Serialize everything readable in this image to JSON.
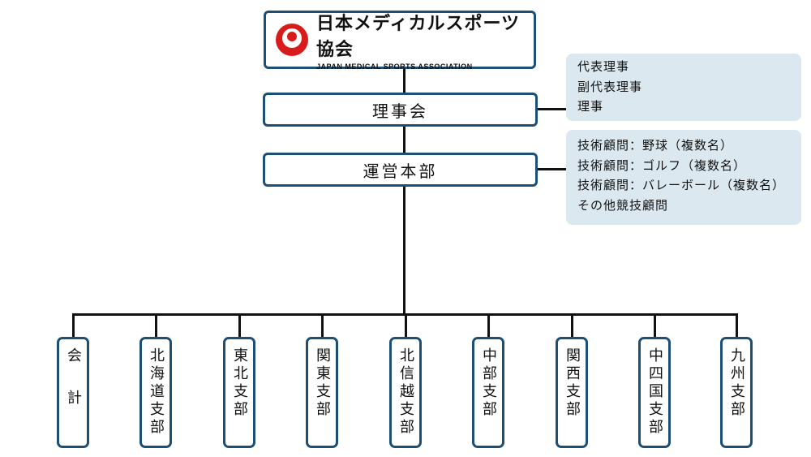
{
  "logo": {
    "name_jp": "日本メディカルスポーツ協会",
    "name_en": "JAPAN MEDICAL SPORTS ASSOCIATION"
  },
  "board": {
    "label": "理事会"
  },
  "operations": {
    "label": "運営本部"
  },
  "board_roles": [
    "代表理事",
    "副代表理事",
    "理事"
  ],
  "advisors": [
    "技術顧問：野球（複数名）",
    "技術顧問：ゴルフ（複数名）",
    "技術顧問：バレーボール（複数名）",
    "その他競技顧問"
  ],
  "branches": [
    "会計",
    "北海道支部",
    "東北支部",
    "関東支部",
    "北信越支部",
    "中部支部",
    "関西支部",
    "中四国支部",
    "九州支部"
  ],
  "colors": {
    "box_border": "#1d4e73",
    "info_bg": "#dbe8ef",
    "logo_red": "#d81b1b"
  }
}
